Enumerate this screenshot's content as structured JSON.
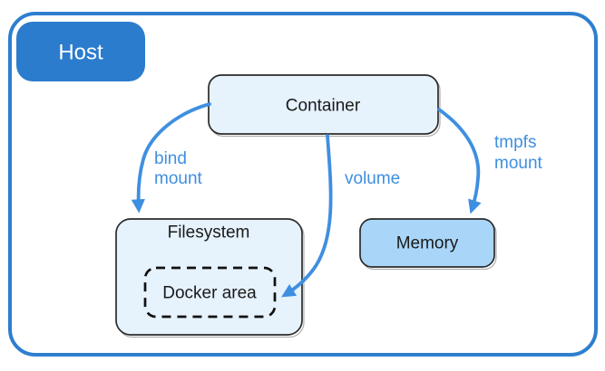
{
  "diagram": {
    "host": {
      "label": "Host"
    },
    "container": {
      "label": "Container"
    },
    "filesystem": {
      "label": "Filesystem"
    },
    "docker_area": {
      "label": "Docker area"
    },
    "memory": {
      "label": "Memory"
    },
    "edges": {
      "bind_mount": {
        "line1": "bind",
        "line2": "mount"
      },
      "volume": {
        "label": "volume"
      },
      "tmpfs_mount": {
        "line1": "tmpfs",
        "line2": "mount"
      }
    },
    "colors": {
      "outer_border": "#2e7ecf",
      "host_fill": "#2b7ccd",
      "host_text": "#ffffff",
      "arrow_blue": "#3f8fe0",
      "label_blue": "#3f8fe0",
      "node_fill_light": "#e6f2fc",
      "memory_fill": "#a9d6f8",
      "node_border": "#2b2b2b",
      "node_text": "#1a1a1a"
    }
  }
}
